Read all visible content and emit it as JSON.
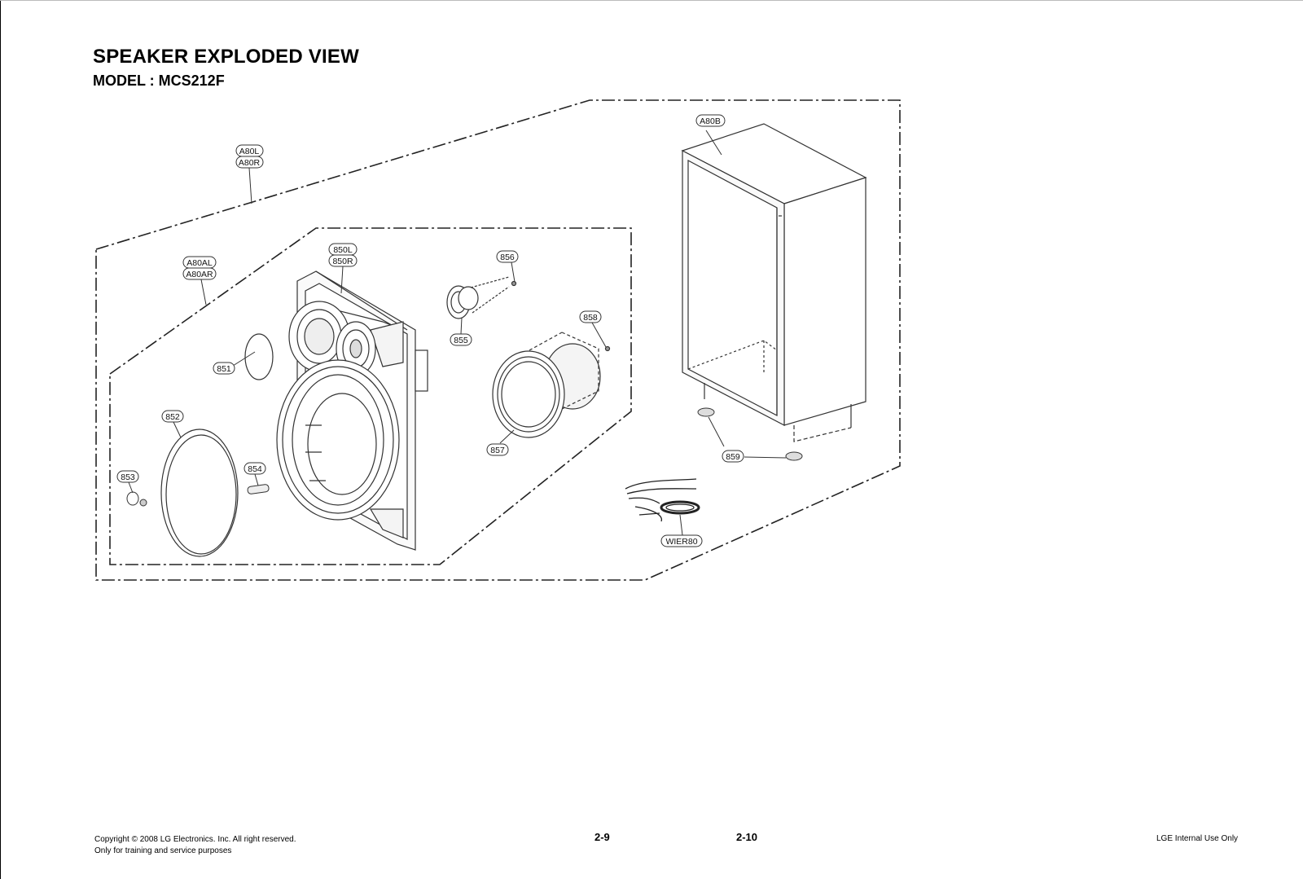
{
  "header": {
    "title": "SPEAKER EXPLODED VIEW",
    "model": "MODEL : MCS212F"
  },
  "callouts": {
    "a80l": "A80L",
    "a80r": "A80R",
    "a80al": "A80AL",
    "a80ar": "A80AR",
    "p850l": "850L",
    "p850r": "850R",
    "p851": "851",
    "p852": "852",
    "p853": "853",
    "p854": "854",
    "p855": "855",
    "p856": "856",
    "p857": "857",
    "p858": "858",
    "p859": "859",
    "a80b": "A80B",
    "wier80": "WIER80"
  },
  "footer": {
    "copyright_line1": "Copyright © 2008 LG Electronics. Inc. All right reserved.",
    "copyright_line2": "Only for training and service purposes",
    "page_left": "2-9",
    "page_right": "2-10",
    "internal": "LGE Internal Use Only"
  }
}
